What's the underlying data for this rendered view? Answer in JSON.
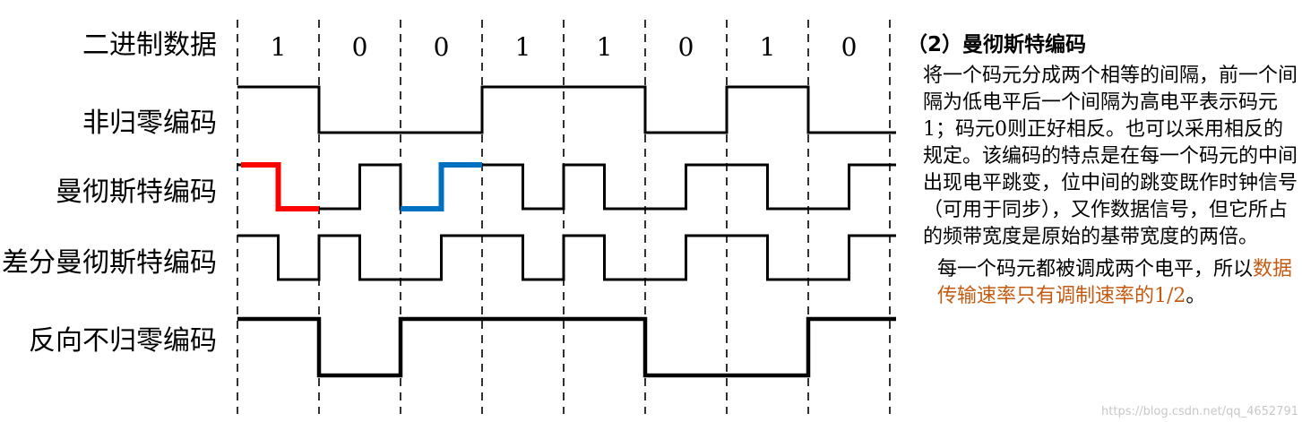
{
  "bits": [
    "1",
    "0",
    "0",
    "1",
    "1",
    "0",
    "1",
    "0"
  ],
  "rows": [
    {
      "label": "二进制数据"
    },
    {
      "label": "非归零编码",
      "levels": [
        "H",
        "L",
        "L",
        "H",
        "H",
        "L",
        "H",
        "L"
      ]
    },
    {
      "label": "曼彻斯特编码",
      "halves": [
        "H",
        "L",
        "L",
        "H",
        "L",
        "H",
        "H",
        "L",
        "H",
        "L",
        "L",
        "H",
        "H",
        "L",
        "L",
        "H"
      ]
    },
    {
      "label": "差分曼彻斯特编码",
      "halves": [
        "H",
        "L",
        "H",
        "L",
        "L",
        "H",
        "H",
        "L",
        "H",
        "L",
        "L",
        "H",
        "H",
        "L",
        "L",
        "H"
      ]
    },
    {
      "label": "反向不归零编码",
      "levels": [
        "H",
        "L",
        "H",
        "H",
        "H",
        "L",
        "L",
        "H"
      ]
    }
  ],
  "colors": {
    "red_highlight": "#ff0000",
    "blue_highlight": "#0070c0",
    "orange_text": "#c55a11"
  },
  "side": {
    "title": "（2）曼彻斯特编码",
    "description": "将一个码元分成两个相等的间隔，前一个间隔为低电平后一个间隔为高电平表示码元1；码元0则正好相反。也可以采用相反的规定。该编码的特点是在每一个码元的中间出现电平跳变，位中间的跳变既作时钟信号（可用于同步），又作数据信号，但它所占的频带宽度是原始的基带宽度的两倍。",
    "note_prefix": "每一个码元都被调成两个电平，所以",
    "note_highlight": "数据传输速率只有调制速率的1/2",
    "note_suffix": "。"
  },
  "watermark": "https://blog.csdn.net/qq_4652791"
}
